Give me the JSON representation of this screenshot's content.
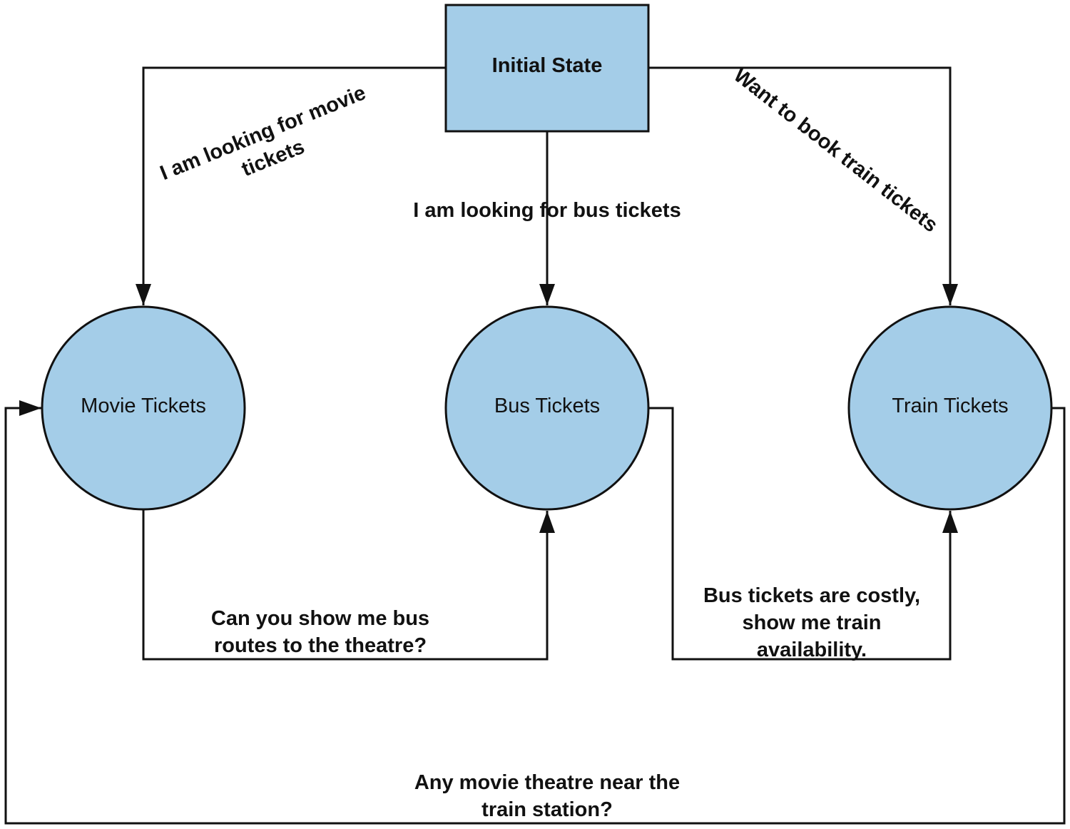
{
  "colors": {
    "fill": "#a4cde8",
    "stroke": "#111111",
    "background": "#ffffff"
  },
  "nodes": {
    "initial": {
      "label": "Initial State",
      "shape": "rectangle"
    },
    "movie": {
      "label": "Movie Tickets",
      "shape": "circle"
    },
    "bus": {
      "label": "Bus Tickets",
      "shape": "circle"
    },
    "train": {
      "label": "Train Tickets",
      "shape": "circle"
    }
  },
  "edges": {
    "to_movie": {
      "from": "Initial State",
      "to": "Movie Tickets",
      "lines": [
        "I am looking for movie",
        "tickets"
      ]
    },
    "to_bus": {
      "from": "Initial State",
      "to": "Bus Tickets",
      "lines": [
        "I am looking for bus tickets"
      ]
    },
    "to_train": {
      "from": "Initial State",
      "to": "Train Tickets",
      "lines": [
        "Want to book train tickets"
      ]
    },
    "movie_to_bus": {
      "from": "Movie Tickets",
      "to": "Bus Tickets",
      "lines": [
        "Can you show me bus",
        "routes to the theatre?"
      ]
    },
    "bus_to_train": {
      "from": "Bus Tickets",
      "to": "Train Tickets",
      "lines": [
        "Bus tickets are costly,",
        "show me train",
        "availability."
      ]
    },
    "train_to_movie": {
      "from": "Train Tickets",
      "to": "Movie Tickets",
      "lines": [
        "Any movie theatre near the",
        "train station?"
      ]
    }
  }
}
